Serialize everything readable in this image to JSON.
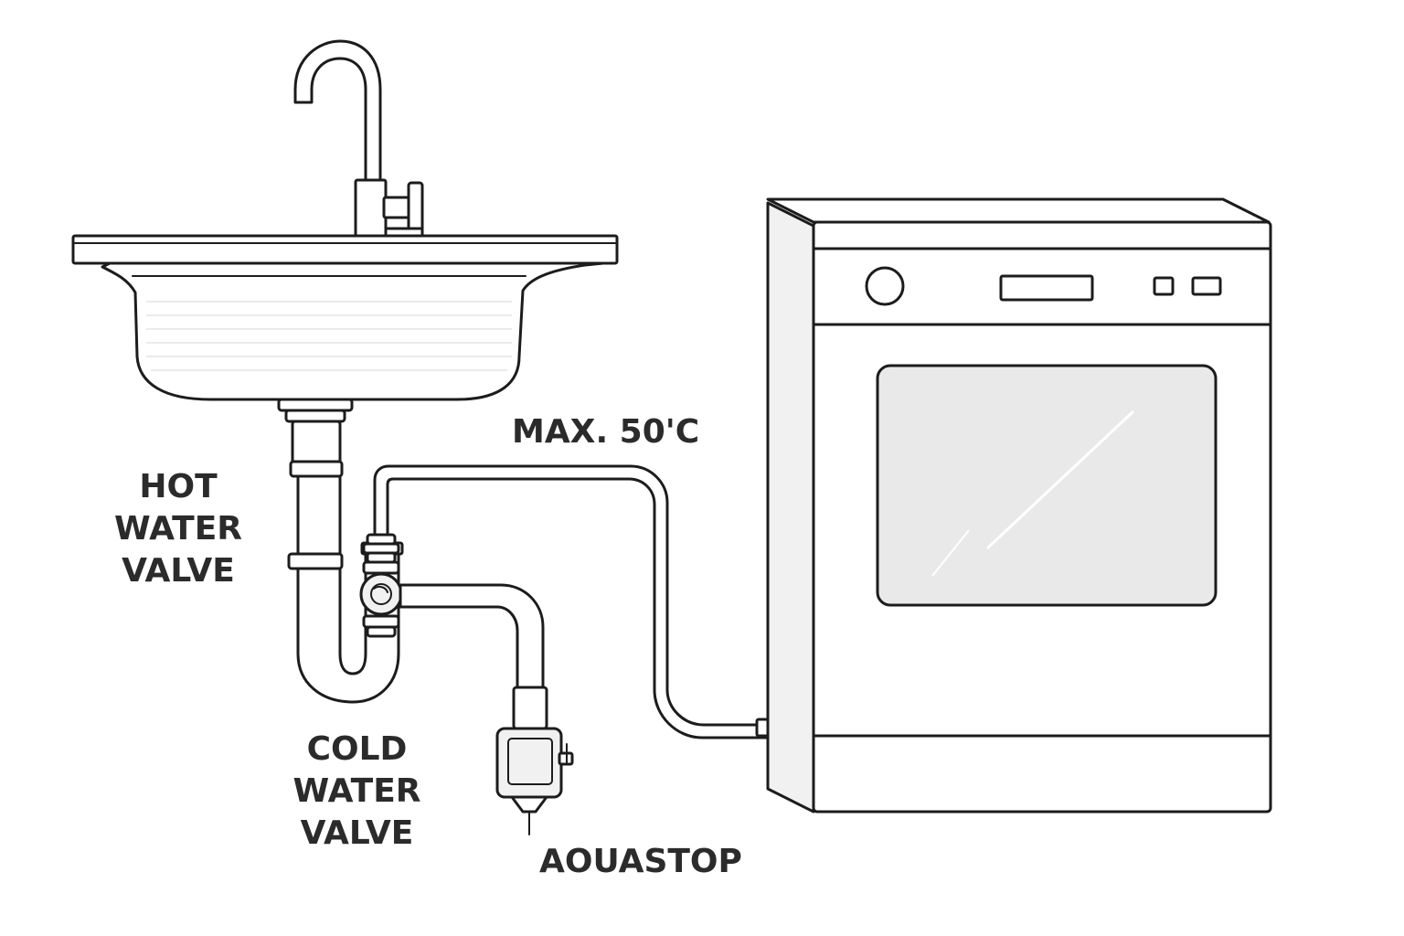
{
  "labels": {
    "hot_valve": [
      "HOT",
      "WATER",
      "VALVE"
    ],
    "cold_valve": [
      "COLD",
      "WATER",
      "VALVE"
    ],
    "max_temp": "MAX. 50'C",
    "aquastop": "AOUASTOP"
  },
  "colors": {
    "ink": "#1c1c1c",
    "label_text": "#2b2b2b",
    "background": "#ffffff"
  }
}
